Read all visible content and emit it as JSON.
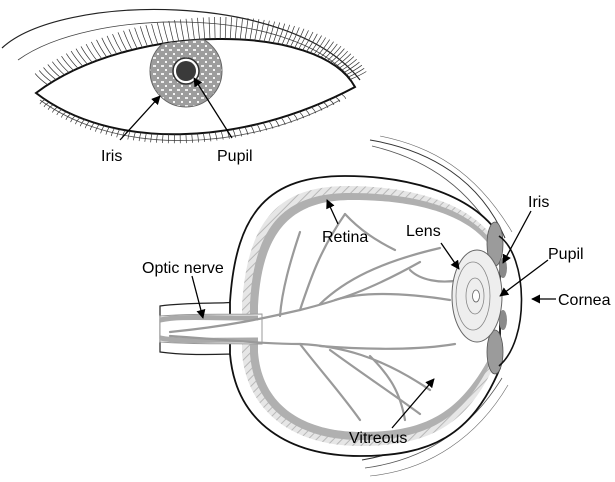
{
  "front_view": {
    "labels": {
      "iris": "Iris",
      "pupil": "Pupil"
    }
  },
  "side_view": {
    "labels": {
      "retina": "Retina",
      "lens": "Lens",
      "iris": "Iris",
      "pupil": "Pupil",
      "optic_nerve": "Optic nerve",
      "cornea": "Cornea",
      "vitreous": "Vitreous"
    }
  },
  "colors": {
    "line": "#1a1a1a",
    "tissue_gray": "#a9a9a9",
    "light_gray": "#d6d6d6",
    "vessel": "#9a9a9a"
  }
}
